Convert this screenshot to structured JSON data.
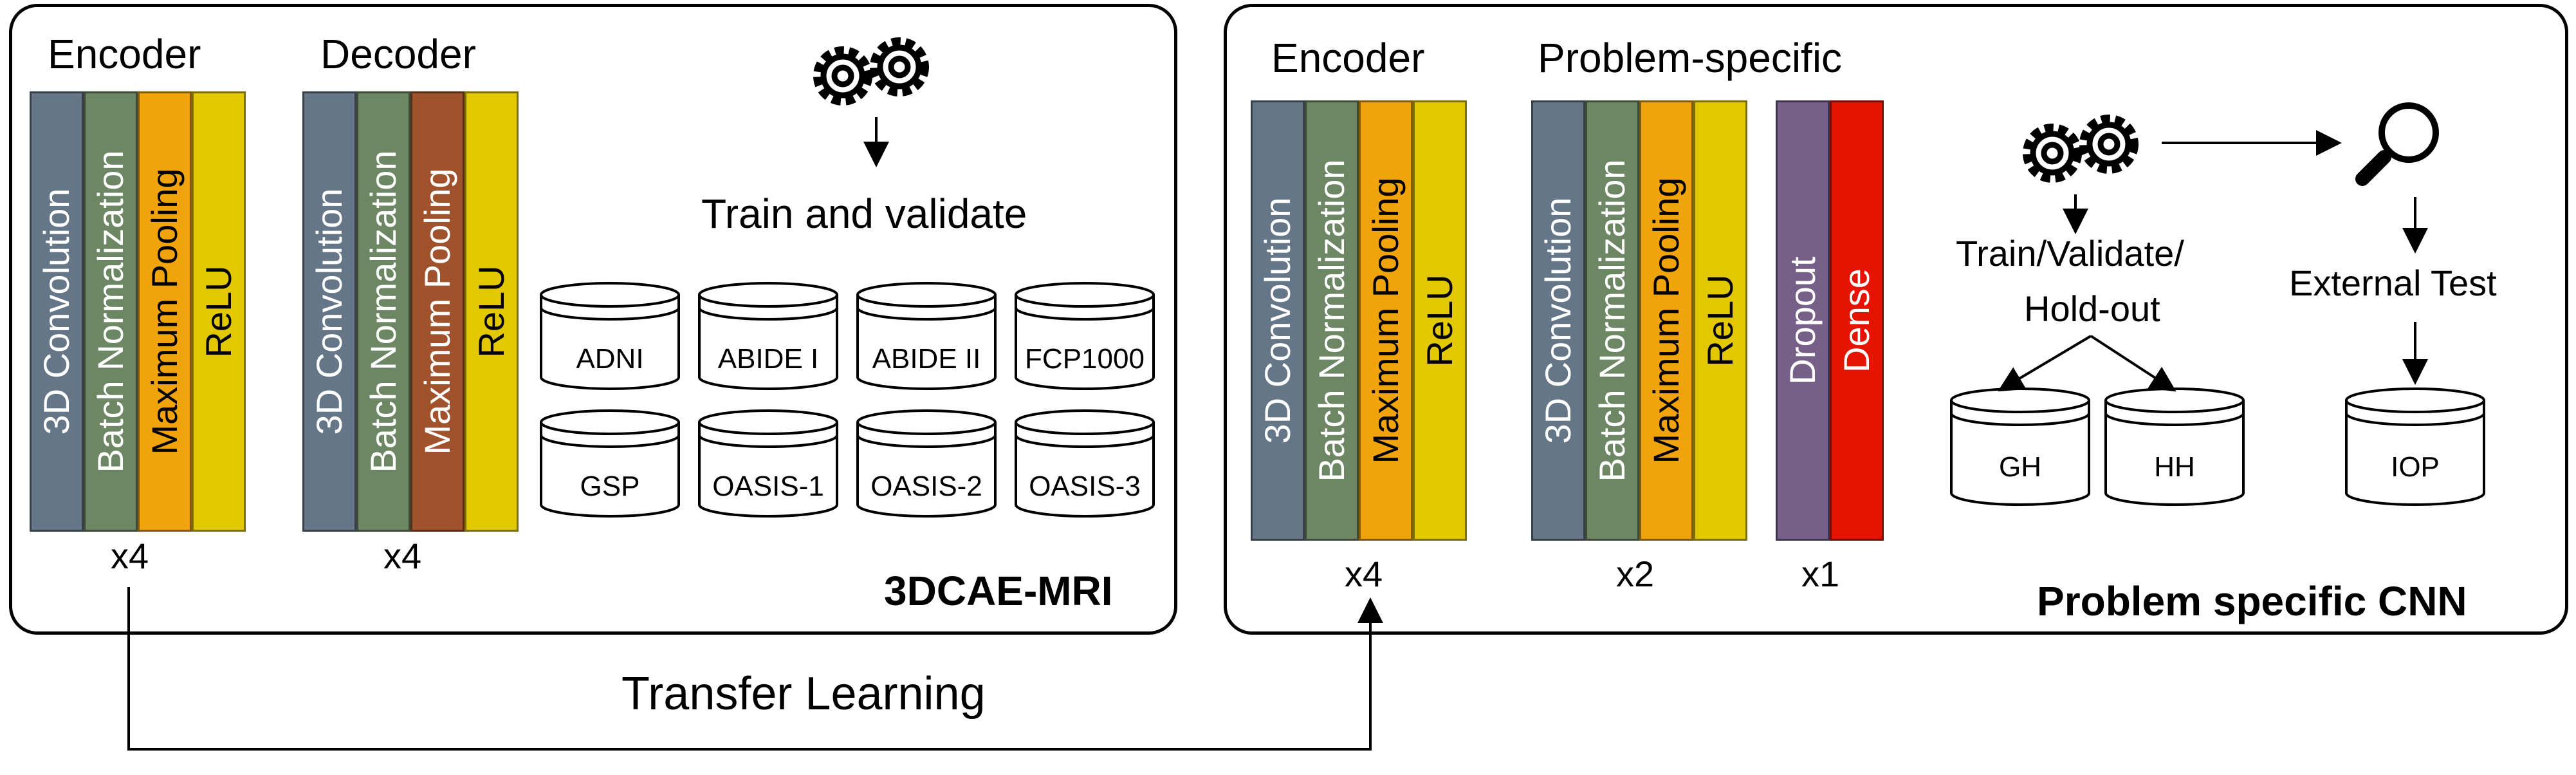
{
  "colors": {
    "conv": "#647687",
    "bn": "#6d8764",
    "pool": "#f0a30a",
    "pool_decoder": "#a0522d",
    "relu": "#e3c800",
    "dropout": "#76608a",
    "dense": "#e51400"
  },
  "left_panel": {
    "encoder_title": "Encoder",
    "decoder_title": "Decoder",
    "encoder_layers": [
      "3D Convolution",
      "Batch Normalization",
      "Maximum Pooling",
      "ReLU"
    ],
    "decoder_layers": [
      "3D Convolution",
      "Batch Normalization",
      "Maximum Pooling",
      "ReLU"
    ],
    "encoder_repeat": "x4",
    "decoder_repeat": "x4",
    "train_label": "Train and validate",
    "datasets": [
      "ADNI",
      "ABIDE I",
      "ABIDE II",
      "FCP1000",
      "GSP",
      "OASIS-1",
      "OASIS-2",
      "OASIS-3"
    ],
    "name": "3DCAE-MRI",
    "gears_icon": "gears-icon"
  },
  "right_panel": {
    "encoder_title": "Encoder",
    "problem_title": "Problem-specific",
    "encoder_layers": [
      "3D Convolution",
      "Batch Normalization",
      "Maximum Pooling",
      "ReLU"
    ],
    "problem_layers": [
      "3D Convolution",
      "Batch Normalization",
      "Maximum Pooling",
      "ReLU"
    ],
    "head_layers": [
      "Dropout",
      "Dense"
    ],
    "encoder_repeat": "x4",
    "problem_repeat": "x2",
    "head_repeat": "x1",
    "train_label_line1": "Train/Validate/",
    "train_label_line2": "Hold-out",
    "external_label": "External Test",
    "datasets": [
      "GH",
      "HH",
      "IOP"
    ],
    "name": "Problem specific CNN",
    "gears_icon": "gears-icon",
    "search_icon": "magnifier-icon"
  },
  "transfer_label": "Transfer Learning"
}
